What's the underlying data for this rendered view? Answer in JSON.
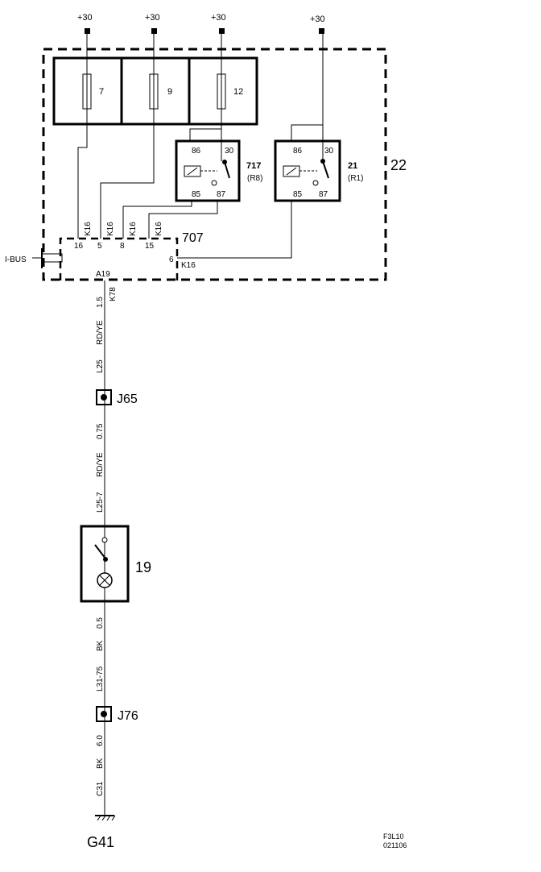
{
  "supplies": [
    "+30",
    "+30",
    "+30",
    "+30"
  ],
  "fuses": [
    "7",
    "9",
    "12"
  ],
  "module_ref": "22",
  "relay_717": {
    "pins": [
      "86",
      "30",
      "85",
      "87"
    ],
    "id": "717",
    "code": "(R8)"
  },
  "relay_21": {
    "pins": [
      "86",
      "30",
      "85",
      "87"
    ],
    "id": "21",
    "code": "(R1)"
  },
  "connector_707": {
    "id": "707",
    "pins": [
      "16",
      "5",
      "8",
      "15"
    ],
    "pin6": "6",
    "pin6_wire": "K16"
  },
  "connector_wires": [
    "K16",
    "K16",
    "K16",
    "K16"
  ],
  "ibus": "I-BUS",
  "a19": "A19",
  "wire1": {
    "section": "1.5",
    "id": "K78",
    "color": "RD/YE",
    "code": "L25"
  },
  "j65": "J65",
  "wire2": {
    "section": "0.75",
    "color": "RD/YE",
    "code": "L25-7"
  },
  "component_19": "19",
  "wire3": {
    "section": "0.5",
    "color": "BK",
    "code": "L31-75"
  },
  "j76": "J76",
  "wire4": {
    "section": "6.0",
    "color": "BK",
    "code": "C31"
  },
  "ground": "G41",
  "footer": {
    "line1": "F3L10",
    "line2": "021106"
  }
}
